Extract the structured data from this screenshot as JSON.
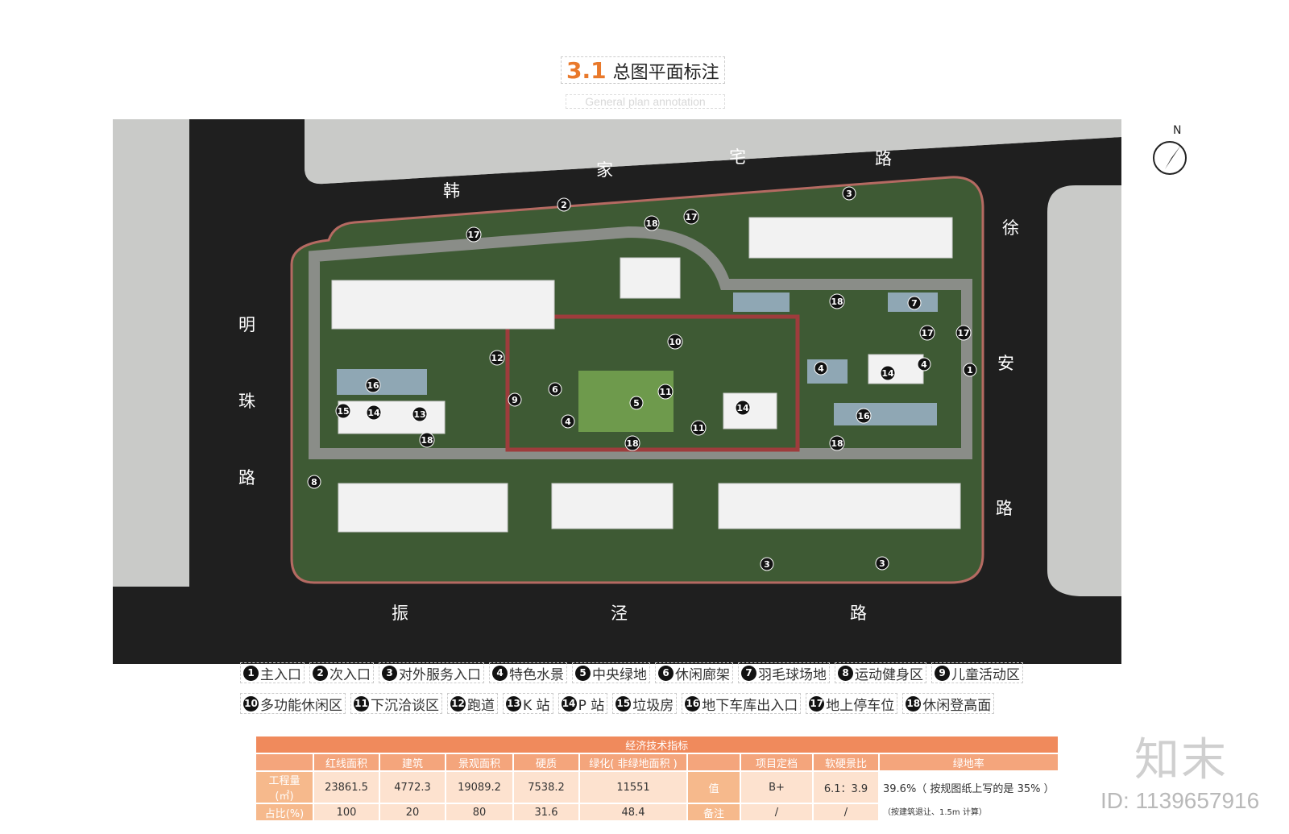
{
  "header": {
    "number": "3.1",
    "title": "总图平面标注",
    "subtitle": "General plan annotation"
  },
  "roads": {
    "north": [
      "韩",
      "家",
      "宅",
      "路"
    ],
    "west": [
      "明",
      "珠",
      "路"
    ],
    "east": [
      "徐",
      "安",
      "路"
    ],
    "south": [
      "振",
      "泾",
      "路"
    ]
  },
  "compass": {
    "label": "N"
  },
  "legend": [
    {
      "n": "1",
      "label": "主入口"
    },
    {
      "n": "2",
      "label": "次入口"
    },
    {
      "n": "3",
      "label": "对外服务入口"
    },
    {
      "n": "4",
      "label": "特色水景"
    },
    {
      "n": "5",
      "label": "中央绿地"
    },
    {
      "n": "6",
      "label": "休闲廊架"
    },
    {
      "n": "7",
      "label": "羽毛球场地"
    },
    {
      "n": "8",
      "label": "运动健身区"
    },
    {
      "n": "9",
      "label": "儿童活动区"
    },
    {
      "n": "10",
      "label": "多功能休闲区"
    },
    {
      "n": "11",
      "label": "下沉洽谈区"
    },
    {
      "n": "12",
      "label": "跑道"
    },
    {
      "n": "13",
      "label": "K 站"
    },
    {
      "n": "14",
      "label": "P 站"
    },
    {
      "n": "15",
      "label": "垃圾房"
    },
    {
      "n": "16",
      "label": "地下车库出入口"
    },
    {
      "n": "17",
      "label": "地上停车位"
    },
    {
      "n": "18",
      "label": "休闲登高面"
    }
  ],
  "table": {
    "title": "经济技术指标",
    "columns": [
      "红线面积",
      "建筑",
      "景观面积",
      "硬质",
      "绿化( 非绿地面积 )",
      "",
      "项目定档",
      "软硬景比",
      "绿地率"
    ],
    "rows": [
      {
        "label": "工程量(㎡)",
        "cells": [
          "23861.5",
          "4772.3",
          "19089.2",
          "7538.2",
          "11551",
          "值",
          "B+",
          "6.1：3.9",
          "39.6%（ 按规图纸上写的是 35% ）"
        ]
      },
      {
        "label": "占比(%)",
        "cells": [
          "100",
          "20",
          "80",
          "31.6",
          "48.4",
          "备注",
          "/",
          "/",
          "（按建筑退让、1.5m 计算）"
        ]
      }
    ]
  },
  "watermark": {
    "logo": "知末",
    "id": "ID: 1139657916"
  }
}
